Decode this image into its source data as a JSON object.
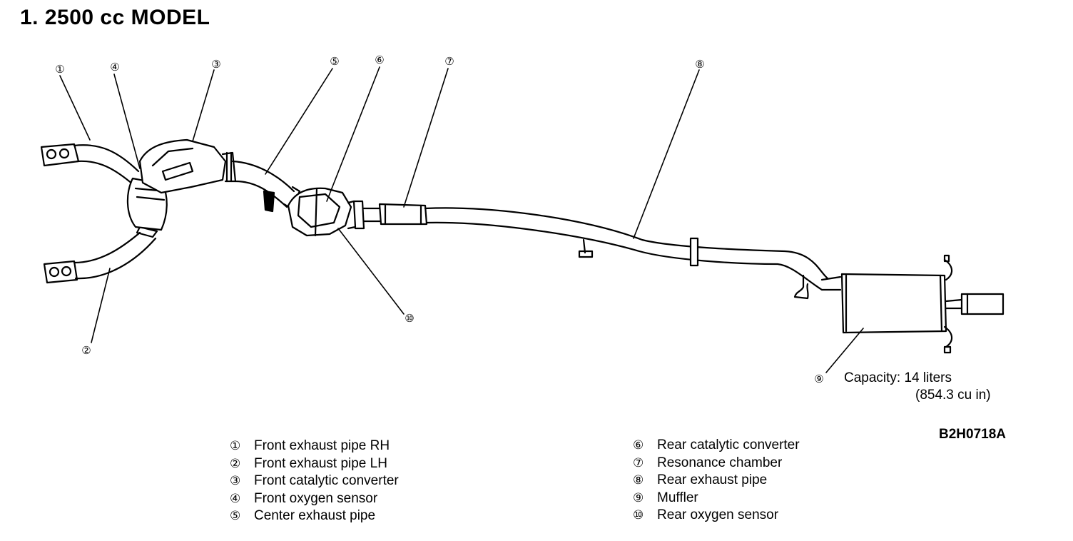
{
  "title": "1. 2500 cc MODEL",
  "callouts": {
    "c1": "①",
    "c2": "②",
    "c3": "③",
    "c4": "④",
    "c5": "⑤",
    "c6": "⑥",
    "c7": "⑦",
    "c8": "⑧",
    "c9": "⑨",
    "c10": "⑩"
  },
  "capacity": {
    "line1": "Capacity: 14 liters",
    "line2": "(854.3 cu in)"
  },
  "figure_code": "B2H0718A",
  "legend": {
    "left": [
      {
        "marker": "①",
        "text": "Front exhaust pipe RH"
      },
      {
        "marker": "②",
        "text": "Front exhaust pipe LH"
      },
      {
        "marker": "③",
        "text": "Front catalytic converter"
      },
      {
        "marker": "④",
        "text": "Front oxygen sensor"
      },
      {
        "marker": "⑤",
        "text": "Center exhaust pipe"
      }
    ],
    "right": [
      {
        "marker": "⑥",
        "text": "Rear catalytic converter"
      },
      {
        "marker": "⑦",
        "text": "Resonance chamber"
      },
      {
        "marker": "⑧",
        "text": "Rear exhaust pipe"
      },
      {
        "marker": "⑨",
        "text": "Muffler"
      },
      {
        "marker": "⑩",
        "text": "Rear oxygen sensor"
      }
    ]
  }
}
